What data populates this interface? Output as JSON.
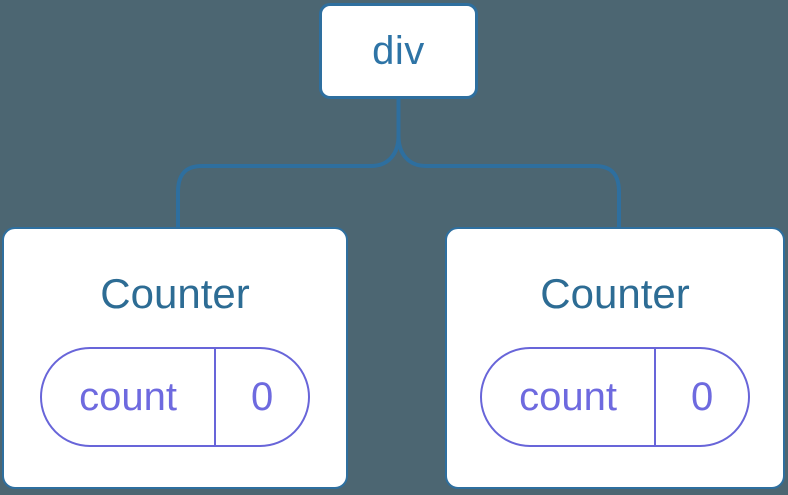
{
  "diagram": {
    "type": "component-tree",
    "colors": {
      "background": "#4C6672",
      "node_border_blue": "#2E6F9F",
      "root_label_blue": "#2E74A6",
      "card_title_blue": "#2D6C94",
      "state_purple_border": "#6865D9",
      "state_purple_text": "#6E6ADF",
      "card_background": "#ffffff"
    },
    "tree": {
      "root": {
        "label": "div"
      },
      "children": [
        {
          "title": "Counter",
          "state": {
            "key": "count",
            "value": "0"
          }
        },
        {
          "title": "Counter",
          "state": {
            "key": "count",
            "value": "0"
          }
        }
      ]
    }
  }
}
